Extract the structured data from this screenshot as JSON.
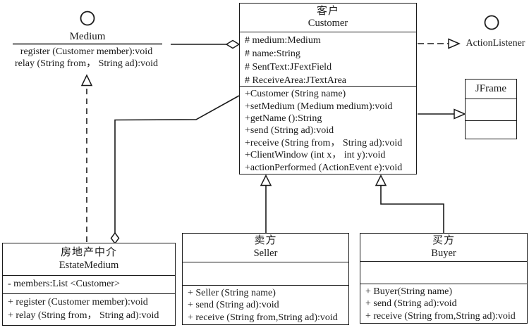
{
  "diagram": {
    "title": "UML class diagram - estate medium example",
    "colors": {
      "line": "#1a1a1a",
      "background": "#ffffff"
    },
    "interfaces": {
      "medium": {
        "name": "Medium",
        "operations": [
          "register (Customer member):void",
          "relay (String from， String ad):void"
        ]
      },
      "action_listener": {
        "name": "ActionListener"
      }
    },
    "classes": {
      "customer": {
        "name_cn": "客户",
        "name_en": "Customer",
        "attributes": [
          "# medium:Medium",
          "# name:String",
          "# SentText:JFextField",
          "# ReceiveArea:JTextArea"
        ],
        "methods": [
          "+Customer (String name)",
          "+setMedium (Medium medium):void",
          "+getName ():String",
          "+send (String ad):void",
          "+receive (String from， String ad):void",
          "+ClientWindow (int x， int y):void",
          "+actionPerformed (ActionEvent e):void"
        ]
      },
      "jframe": {
        "name_en": "JFrame"
      },
      "estate_medium": {
        "name_cn": "房地产中介",
        "name_en": "EstateMedium",
        "attributes": [
          "- members:List <Customer>"
        ],
        "methods": [
          "+ register (Customer member):void",
          "+ relay (String from， String ad):void"
        ]
      },
      "seller": {
        "name_cn": "卖方",
        "name_en": "Seller",
        "methods": [
          "+ Seller (String name)",
          "+ send (String ad):void",
          "+ receive (String from,String ad):void"
        ]
      },
      "buyer": {
        "name_cn": "买方",
        "name_en": "Buyer",
        "methods": [
          "+ Buyer(String name)",
          "+ send (String ad):void",
          "+ receive (String from,String ad):void"
        ]
      }
    }
  }
}
